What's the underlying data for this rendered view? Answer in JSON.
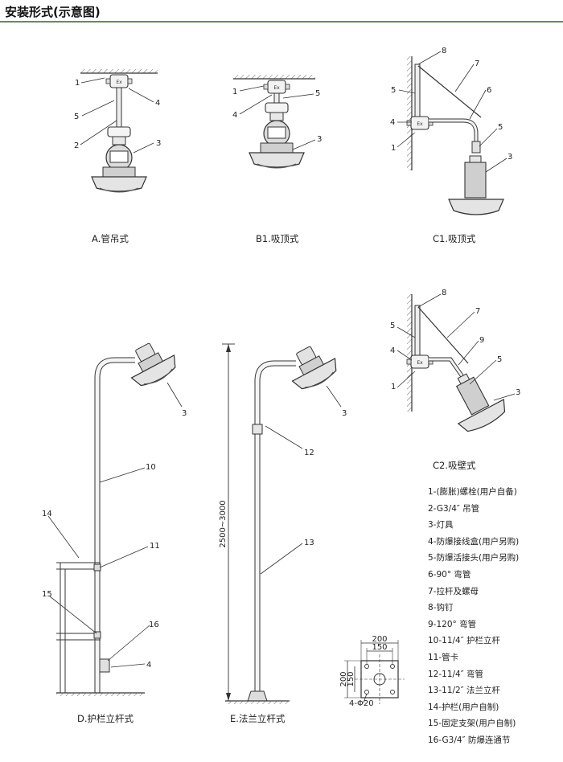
{
  "header": {
    "title": "安装形式(示意图)",
    "accent_color": "#6a8a52"
  },
  "figures": {
    "A": {
      "caption": "A.管吊式",
      "callouts": [
        "1",
        "4",
        "5",
        "2",
        "3"
      ]
    },
    "B1": {
      "caption": "B1.吸顶式",
      "callouts": [
        "1",
        "4",
        "5",
        "3"
      ]
    },
    "C1": {
      "caption": "C1.吸顶式",
      "callouts": [
        "8",
        "7",
        "5",
        "6",
        "4",
        "1",
        "5",
        "3"
      ]
    },
    "C2": {
      "caption": "C2.吸壁式",
      "callouts": [
        "8",
        "7",
        "5",
        "9",
        "4",
        "5",
        "1",
        "3"
      ]
    },
    "D": {
      "caption": "D.护栏立杆式",
      "callouts": [
        "3",
        "10",
        "14",
        "11",
        "15",
        "16",
        "4"
      ]
    },
    "E": {
      "caption": "E.法兰立杆式",
      "callouts": [
        "3",
        "12",
        "13"
      ],
      "height_dim": "2500~3000"
    },
    "flange": {
      "dim_outer": "200",
      "dim_inner": "150",
      "dim_v_outer": "200",
      "dim_v_inner": "150",
      "holes": "4-Φ20"
    }
  },
  "legend": [
    "1-(膨胀)螺栓(用户自备)",
    "2-G3/4″ 吊管",
    "3-灯具",
    "4-防爆接线盒(用户另购)",
    "5-防爆活接头(用户另购)",
    "6-90° 弯管",
    "7-拉杆及螺母",
    "8-钩钉",
    "9-120° 弯管",
    "10-11/4″ 护栏立杆",
    "11-管卡",
    "12-11/4″ 弯管",
    "13-11/2″ 法兰立杆",
    "14-护栏(用户自制)",
    "15-固定支架(用户自制)",
    "16-G3/4″ 防爆连通节"
  ]
}
